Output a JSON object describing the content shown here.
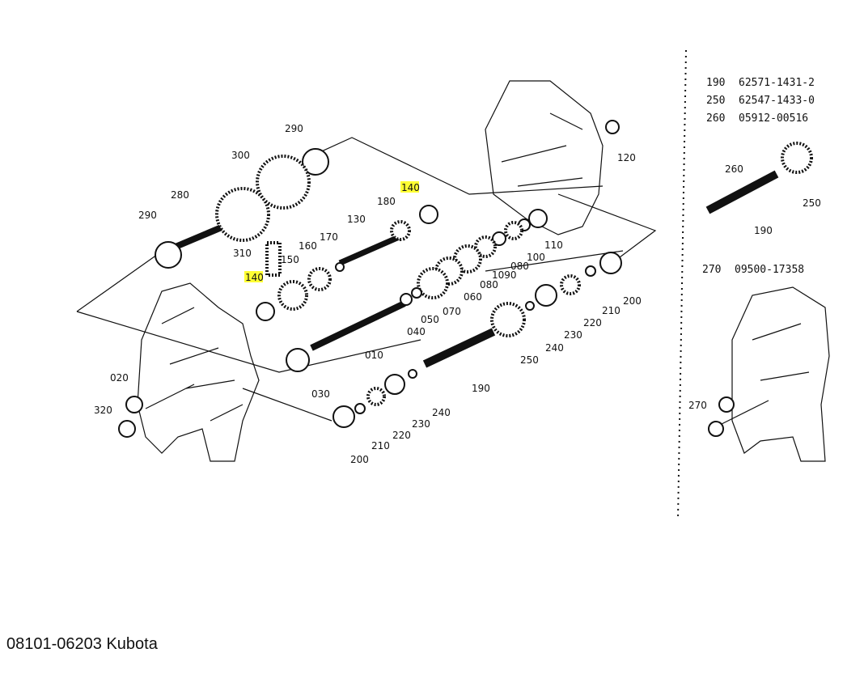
{
  "labels": [
    "290",
    "300",
    "280",
    "290",
    "310",
    "150",
    "140",
    "160",
    "170",
    "130",
    "180",
    "140",
    "120",
    "110",
    "100",
    "080",
    "1090",
    "080",
    "060",
    "070",
    "050",
    "040",
    "010",
    "030",
    "190",
    "250",
    "240",
    "230",
    "220",
    "210",
    "200",
    "240",
    "230",
    "220",
    "210",
    "200",
    "020",
    "320"
  ],
  "highlight_color": "#ffff33",
  "inset": {
    "parts": [
      {
        "ref": "190",
        "number": "62571-1431-2"
      },
      {
        "ref": "250",
        "number": "62547-1433-0"
      },
      {
        "ref": "260",
        "number": "05912-00516"
      },
      {
        "ref": "270",
        "number": "09500-17358"
      }
    ],
    "labels": [
      "260",
      "250",
      "190",
      "270"
    ]
  },
  "caption": "08101-06203 Kubota"
}
